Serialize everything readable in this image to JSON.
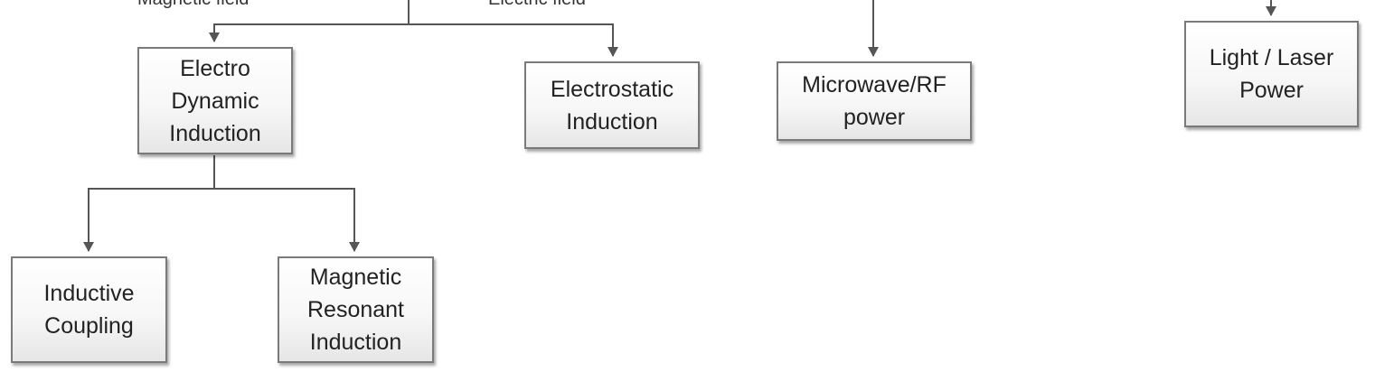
{
  "edge_labels": {
    "magnetic": "Magnetic field",
    "electric": "Electric field"
  },
  "nodes": {
    "electro_dynamic_induction": [
      "Electro",
      "Dynamic",
      "Induction"
    ],
    "electrostatic_induction": [
      "Electrostatic",
      "Induction"
    ],
    "microwave_rf_power": [
      "Microwave/RF",
      "power"
    ],
    "light_laser_power": [
      "Light / Laser",
      "Power"
    ],
    "inductive_coupling": [
      "Inductive",
      "Coupling"
    ],
    "magnetic_resonant_induction": [
      "Magnetic",
      "Resonant",
      "Induction"
    ]
  },
  "colors": {
    "line": "#555555",
    "box_border": "#7a7a7a"
  }
}
